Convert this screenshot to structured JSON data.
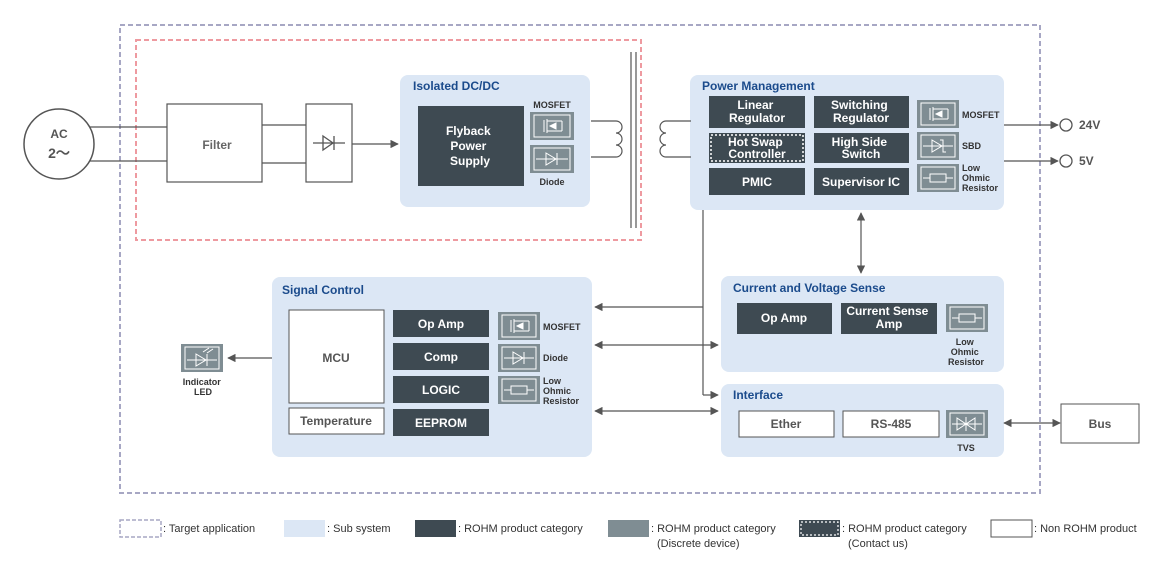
{
  "colors": {
    "target": "#a7a7c4",
    "subsystem": "#dce7f5",
    "rohm": "#3e4a52",
    "discrete": "#7f8d93",
    "red_dash": "#ee9aa0",
    "title_blue": "#1b4b8c",
    "line": "#555555"
  },
  "source": {
    "ac": "AC",
    "voltage": "2～"
  },
  "filter": "Filter",
  "isolated": {
    "title": "Isolated DC/DC",
    "flyback": [
      "Flyback",
      "Power",
      "Supply"
    ],
    "mosfet_label": "MOSFET",
    "diode_label": "Diode"
  },
  "power_management": {
    "title": "Power Management",
    "linear": [
      "Linear",
      "Regulator"
    ],
    "switching": [
      "Switching",
      "Regulator"
    ],
    "hot_swap": [
      "Hot Swap",
      "Controller"
    ],
    "high_side": [
      "High Side",
      "Switch"
    ],
    "pmic": "PMIC",
    "supervisor": "Supervisor IC",
    "mosfet_label": "MOSFET",
    "sbd_label": "SBD",
    "resistor_label": [
      "Low",
      "Ohmic",
      "Resistor"
    ]
  },
  "outputs": {
    "v24": "24V",
    "v5": "5V"
  },
  "signal_control": {
    "title": "Signal Control",
    "mcu": "MCU",
    "temperature": "Temperature",
    "op_amp": "Op Amp",
    "comp": "Comp",
    "logic": "LOGIC",
    "eeprom": "EEPROM",
    "mosfet_label": "MOSFET",
    "diode_label": "Diode",
    "resistor_label": [
      "Low",
      "Ohmic",
      "Resistor"
    ]
  },
  "indicator": [
    "Indicator",
    "LED"
  ],
  "current_voltage": {
    "title": "Current and Voltage Sense",
    "op_amp": "Op Amp",
    "current_sense": [
      "Current Sense",
      "Amp"
    ],
    "resistor_label": [
      "Low",
      "Ohmic",
      "Resistor"
    ]
  },
  "interface": {
    "title": "Interface",
    "ether": "Ether",
    "rs485": "RS-485",
    "tvs_label": "TVS"
  },
  "bus": "Bus",
  "legend": {
    "target": ": Target application",
    "subsystem": ": Sub system",
    "rohm": ": ROHM product category",
    "discrete": [
      ": ROHM product category",
      "(Discrete device)"
    ],
    "contact": [
      ": ROHM product category",
      "(Contact us)"
    ],
    "non_rohm": ": Non ROHM product"
  }
}
